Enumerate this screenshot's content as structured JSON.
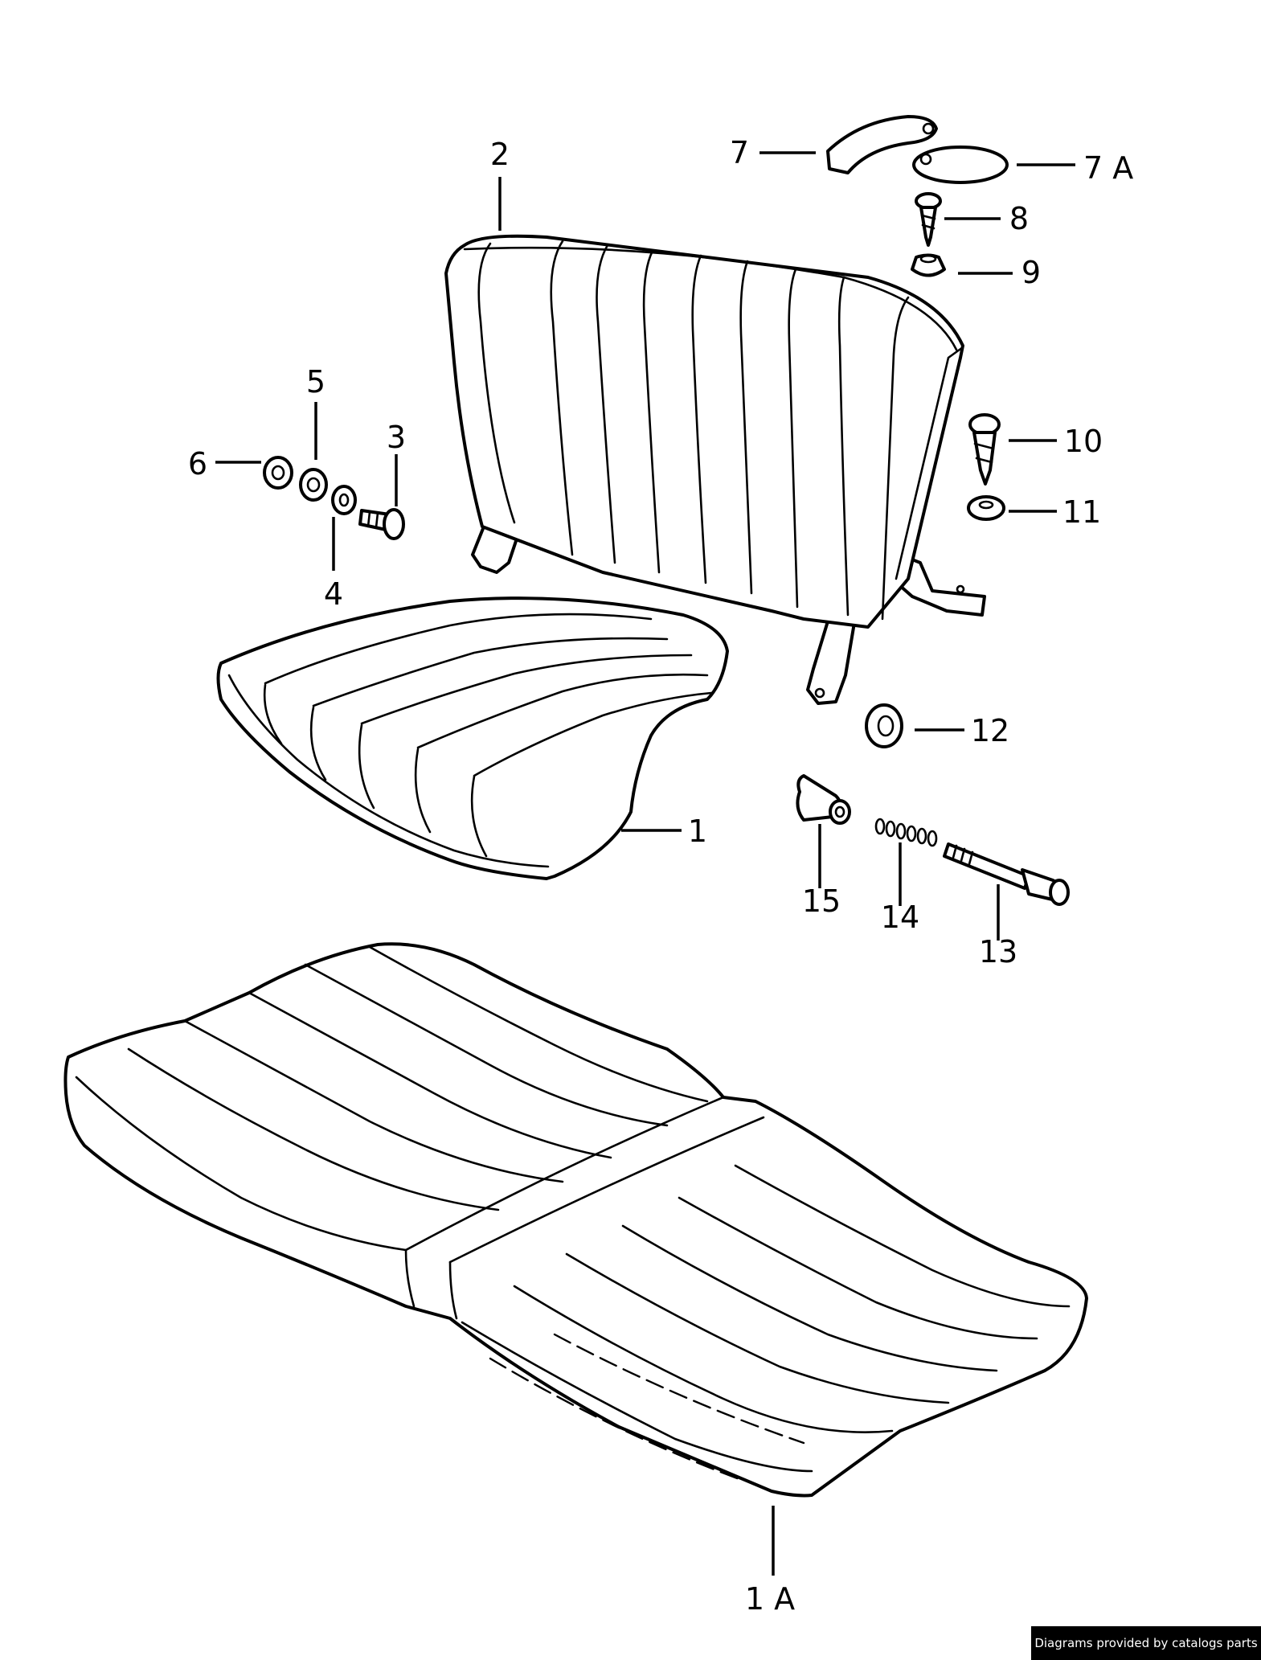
{
  "diagram": {
    "callouts": {
      "c1": "1",
      "c1A": "1 A",
      "c2": "2",
      "c3": "3",
      "c4": "4",
      "c5": "5",
      "c6": "6",
      "c7": "7",
      "c7A": "7 A",
      "c8": "8",
      "c9": "9",
      "c10": "10",
      "c11": "11",
      "c12": "12",
      "c13": "13",
      "c14": "14",
      "c15": "15"
    }
  },
  "footer": {
    "credit": "Diagrams provided by catalogs parts"
  }
}
